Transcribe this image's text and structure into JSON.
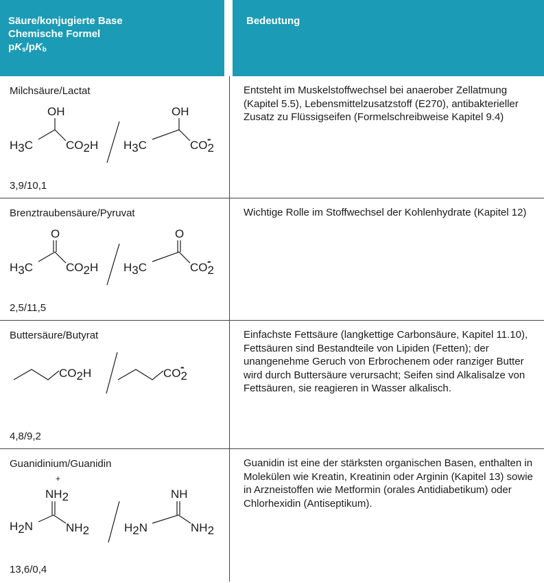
{
  "header": {
    "left_line1": "Säure/konjugierte Base",
    "left_line2": "Chemische Formel",
    "left_pk_p1": "p",
    "left_pk_K1": "K",
    "left_pk_s": "s",
    "left_pk_sep": "/p",
    "left_pk_K2": "K",
    "left_pk_b": "b",
    "right": "Bedeutung"
  },
  "rows": [
    {
      "name": "Milchsäure/Lactat",
      "pk": "3,9/10,1",
      "desc": "Entsteht im Muskelstoffwechsel bei anaerober Zell­atmung (Kapitel 5.5), Lebensmittelzusatzstoff (E270), antibakterieller Zusatz zu Flüssigseifen (Formelschreib­weise Kapitel 9.4)"
    },
    {
      "name": "Brenztraubensäure/Pyruvat",
      "pk": "2,5/11,5",
      "desc": "Wichtige Rolle im Stoffwechsel der Kohlenhydrate (Kapitel 12)"
    },
    {
      "name": "Buttersäure/Butyrat",
      "pk": "4,8/9,2",
      "desc": "Einfachste Fettsäure (langkettige Carbonsäure, Kapitel 11.10), Fettsäuren sind Bestandteile von Lipiden (Fetten); der unangenehme Geruch von Erbrochenem oder ranziger Butter wird durch Buttersäure verursacht; Seifen sind Alkalisalze von Fettsäuren, sie reagieren in Wasser alkalisch."
    },
    {
      "name": "Guanidinium/Guanidin",
      "pk": "13,6/0,4",
      "desc": "Guanidin ist eine der stärksten organischen Basen, ent­halten in Molekülen wie Kreatin, Kreatinin oder Arginin (Kapitel 13) sowie in Arzneistoffen wie Metformin (orales Antidiabetikum) oder Chlorhexidin (Antiseptikum)."
    }
  ],
  "chem": {
    "oh": "OH",
    "o": "O",
    "h3c_h": "H",
    "h3c_3": "3",
    "h3c_c": "C",
    "co2h_co": "CO",
    "co2h_2": "2",
    "co2h_h": "H",
    "minus": "-",
    "plus": "+",
    "nh": "NH",
    "nh2_2": "2",
    "h2n_h": "H",
    "h2n_2": "2",
    "h2n_n": "N"
  }
}
